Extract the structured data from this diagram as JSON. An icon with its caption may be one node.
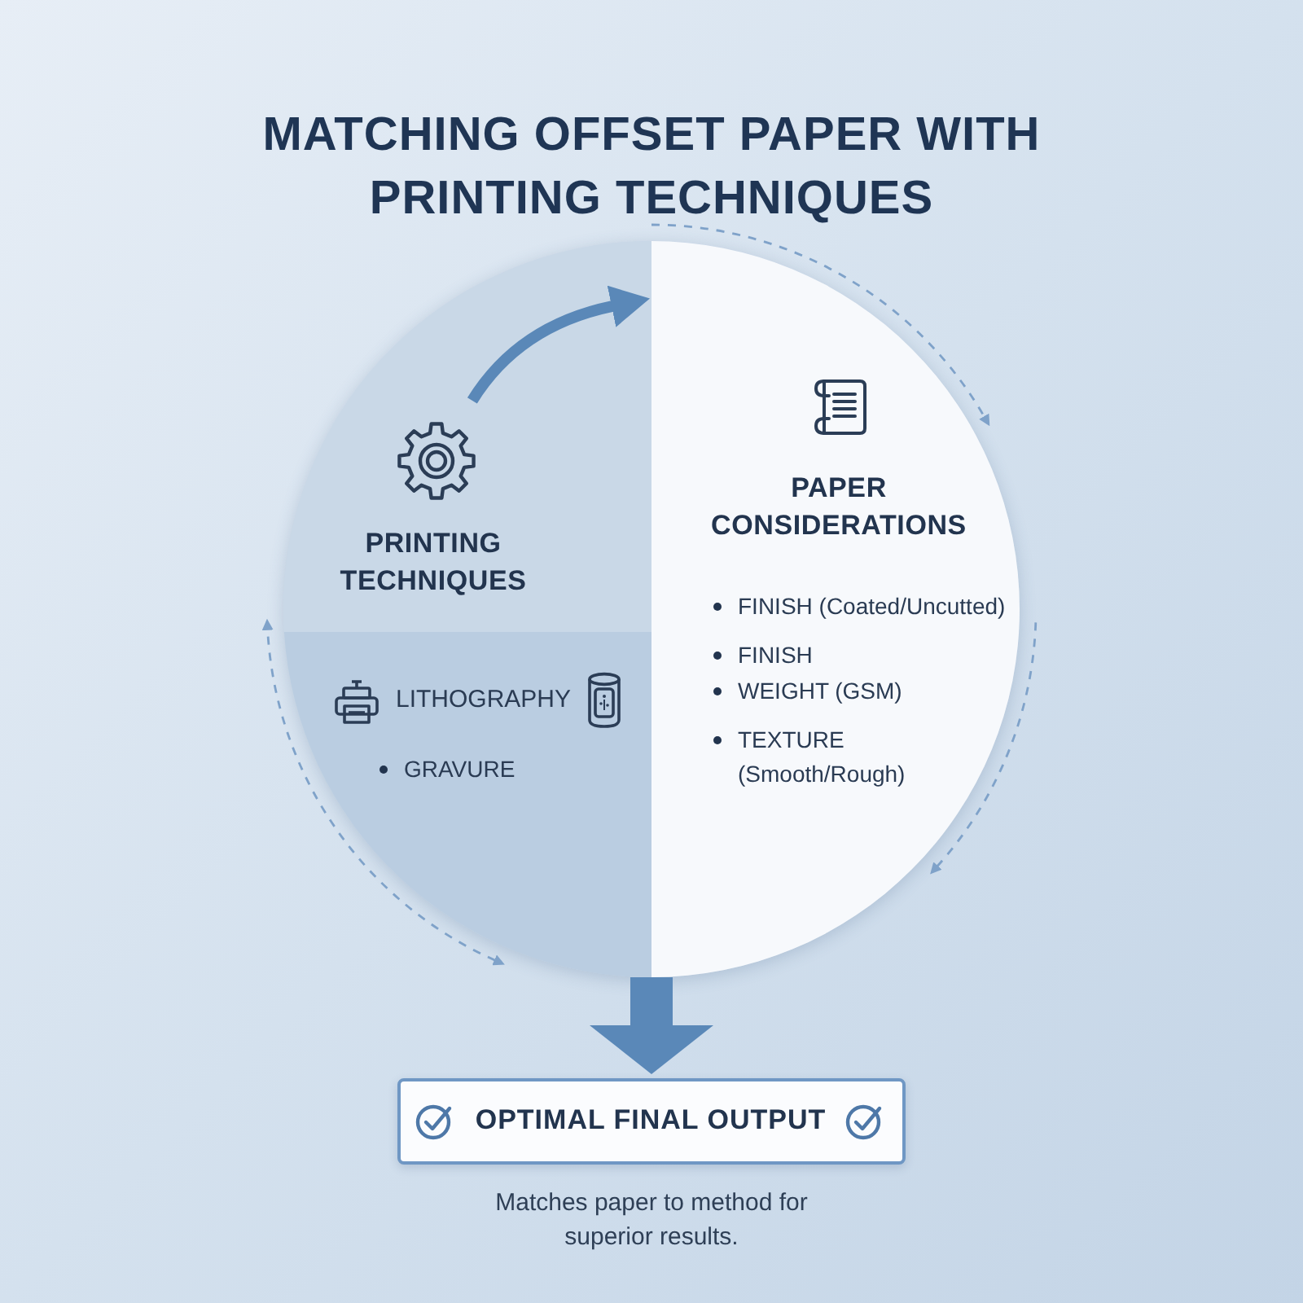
{
  "diagram": {
    "title": "MATCHING OFFSET PAPER WITH PRINTING TECHNIQUES",
    "nodes": [
      {
        "text": [],
        "shape": "circle"
      },
      {
        "text": [
          "PRINTING TECHNIQUES"
        ],
        "in": 0
      },
      {
        "text": [
          "LITHOGRAPHY",
          "GRAVURE"
        ],
        "in": 0
      },
      {
        "text": [
          "PAPER CONSIDERATIONS",
          "FINISH (Coated/Uncutted)",
          "FINISH",
          "WEIGHT (GSM)",
          "TEXTURE (Smooth/Rough)"
        ],
        "in": 0
      },
      {
        "text": [
          "OPTIMAL FINAL OUTPUT"
        ],
        "beside": [
          "Matches paper to method for superior results."
        ]
      }
    ],
    "edges": [
      {
        "from": 1,
        "to": 3,
        "arrow": "to"
      },
      {
        "from": 0,
        "to": 4,
        "arrow": "to",
        "style": "thick"
      }
    ]
  }
}
